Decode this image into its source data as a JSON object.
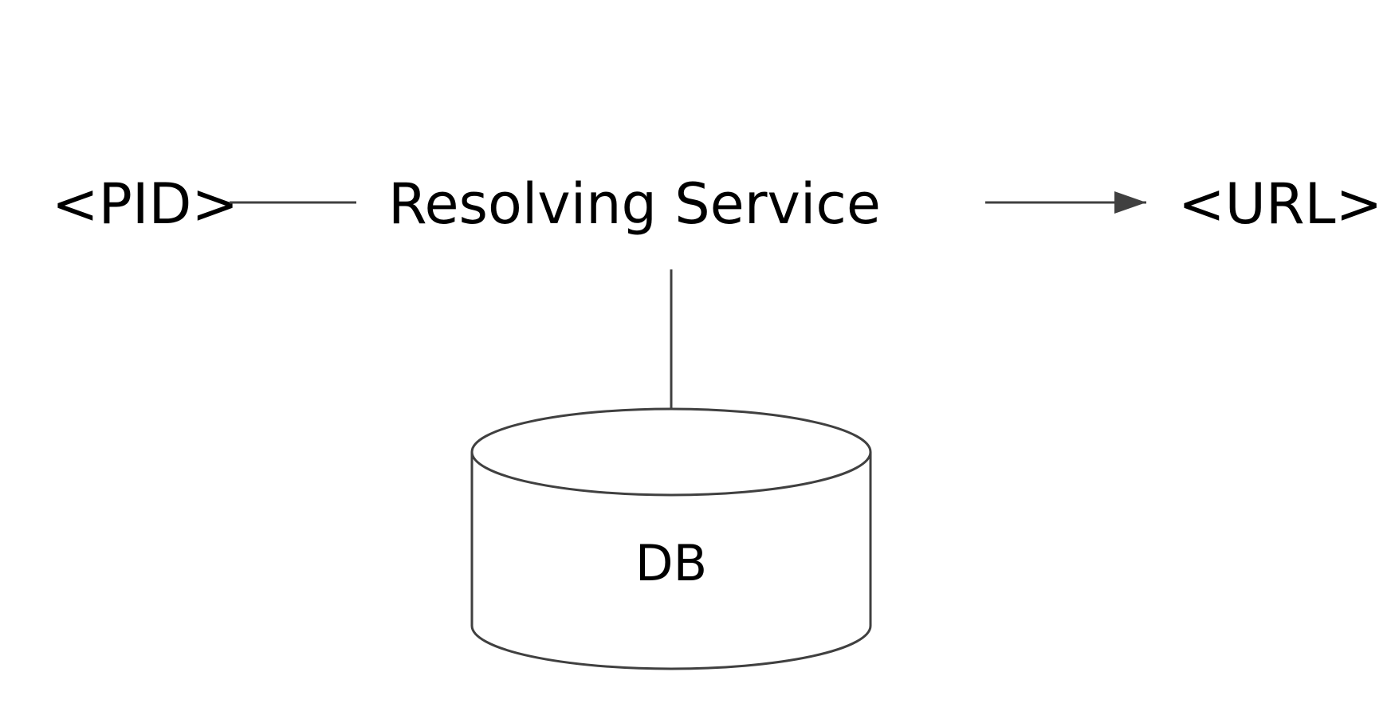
{
  "nodes": {
    "pid": {
      "label": "<PID>"
    },
    "service": {
      "label": "Resolving Service"
    },
    "url": {
      "label": "<URL>"
    },
    "db": {
      "label": "DB"
    }
  },
  "edges": [
    {
      "from": "pid",
      "to": "service",
      "arrow": false
    },
    {
      "from": "service",
      "to": "url",
      "arrow": true
    },
    {
      "from": "service",
      "to": "db",
      "arrow": false
    }
  ],
  "colors": {
    "line": "#404040",
    "text": "#000000",
    "background": "#ffffff"
  }
}
